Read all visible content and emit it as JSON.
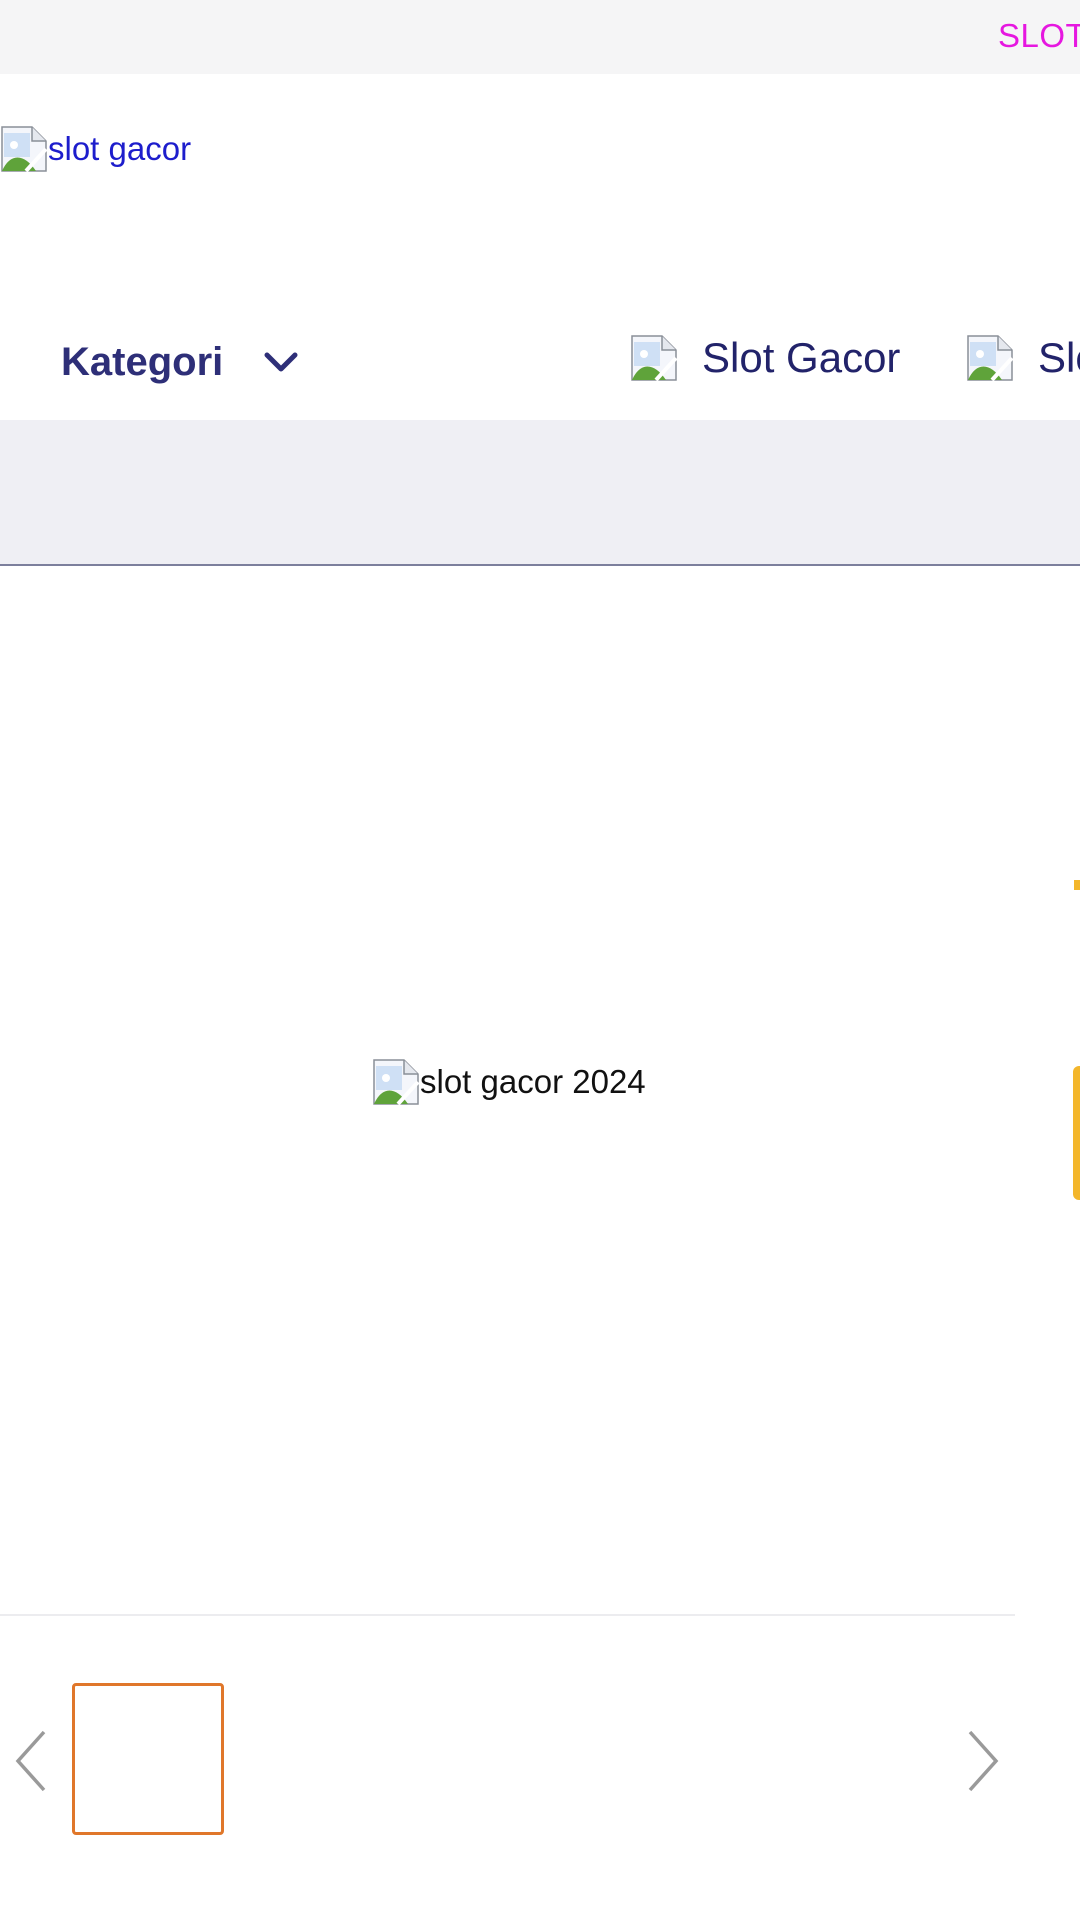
{
  "topbar": {
    "promo_text": "SLOT"
  },
  "header": {
    "logo_alt": "slot gacor",
    "logo_icon": "broken-image-icon"
  },
  "nav": {
    "kategori_label": "Kategori",
    "kategori_icon": "chevron-down-icon",
    "links": [
      {
        "label": "Slot Gacor",
        "icon": "broken-image-icon"
      },
      {
        "label": "Slo",
        "icon": "broken-image-icon"
      }
    ]
  },
  "product": {
    "main_image_alt": "slot gacor 2024"
  },
  "gallery": {
    "prev_icon": "chevron-left-icon",
    "next_icon": "chevron-right-icon"
  },
  "colors": {
    "promo": "#e617e0",
    "nav_text": "#2e2f78",
    "band": "#efeff4",
    "thumb_border": "#e0772a",
    "accent": "#f3b62b"
  }
}
